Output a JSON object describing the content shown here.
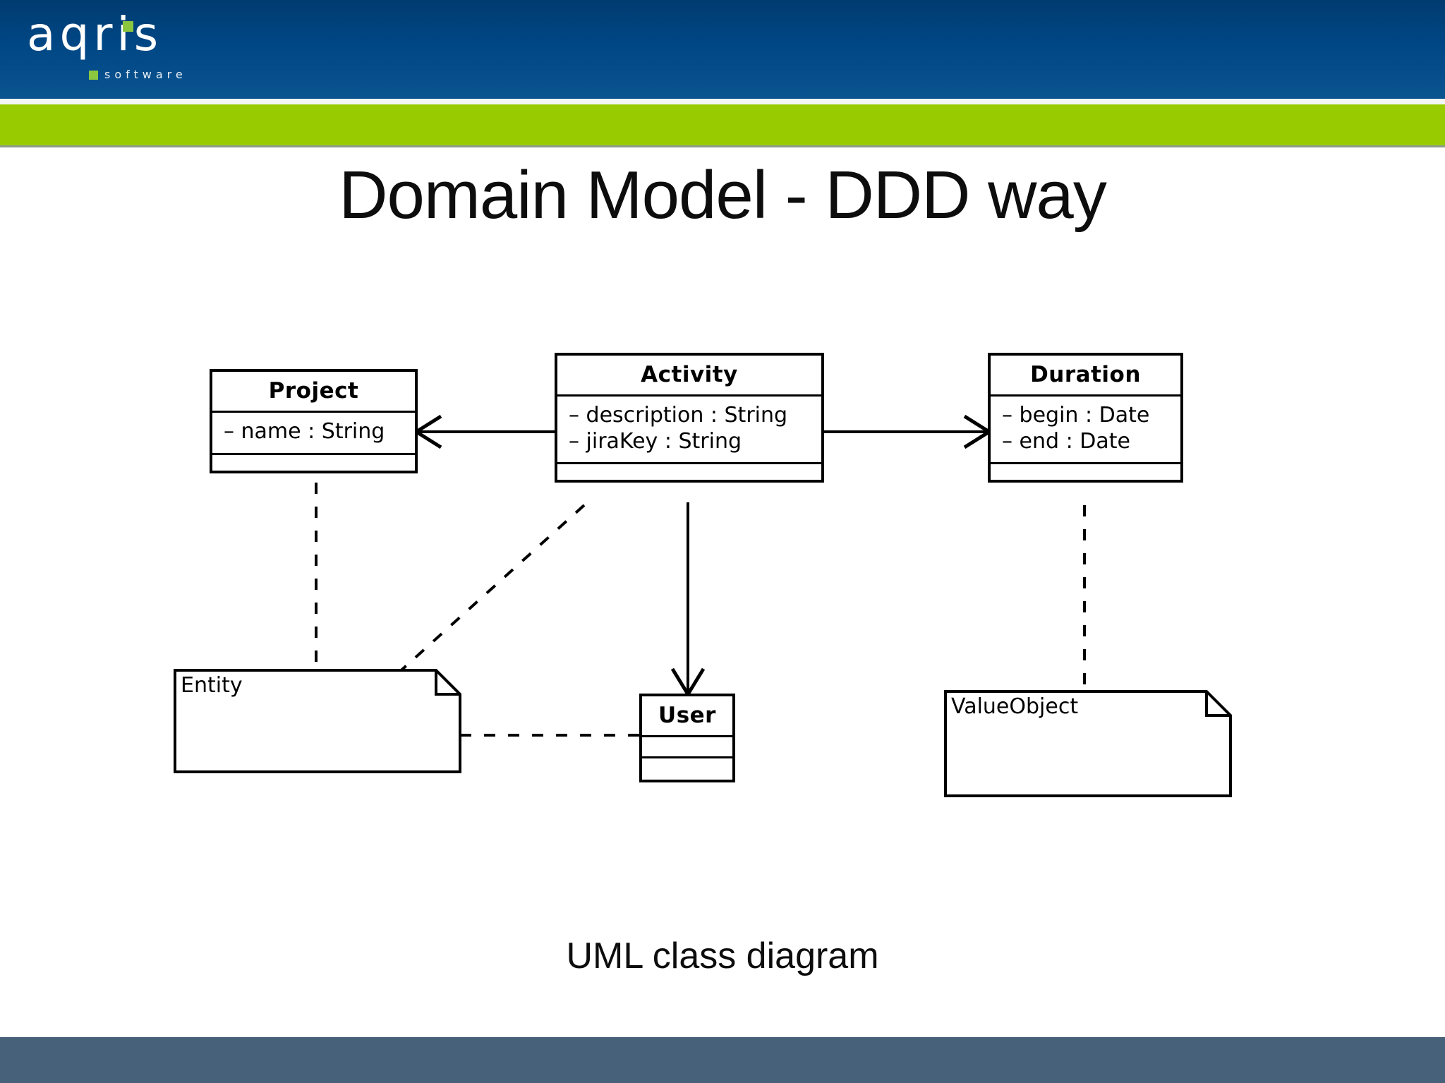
{
  "slide": {
    "title": "Domain Model - DDD way",
    "caption": "UML class diagram"
  },
  "brand": {
    "logo_wordmark": "aqris",
    "logo_subtext": "software",
    "header_color": "#004785",
    "green_band_color": "#99CC00",
    "accent_green": "#8CC63F",
    "footer_color": "#466179"
  },
  "chart_data": {
    "type": "diagram",
    "diagram_kind": "UML class diagram",
    "classes": [
      {
        "id": "project",
        "name": "Project",
        "attributes": [
          "– name : String"
        ],
        "operations": []
      },
      {
        "id": "activity",
        "name": "Activity",
        "attributes": [
          "– description : String",
          "– jiraKey : String"
        ],
        "operations": []
      },
      {
        "id": "duration",
        "name": "Duration",
        "attributes": [
          "– begin : Date",
          "– end : Date"
        ],
        "operations": []
      },
      {
        "id": "user",
        "name": "User",
        "attributes": [],
        "operations": []
      }
    ],
    "notes": [
      {
        "id": "entity",
        "label": "Entity"
      },
      {
        "id": "valueobject",
        "label": "ValueObject"
      }
    ],
    "relations": [
      {
        "from": "activity",
        "to": "project",
        "style": "solid",
        "arrow": "open",
        "kind": "association"
      },
      {
        "from": "activity",
        "to": "duration",
        "style": "solid",
        "arrow": "open",
        "kind": "association"
      },
      {
        "from": "activity",
        "to": "user",
        "style": "solid",
        "arrow": "open",
        "kind": "association"
      },
      {
        "from": "project",
        "to": "entity",
        "style": "dashed",
        "arrow": "none",
        "kind": "note-anchor"
      },
      {
        "from": "activity",
        "to": "entity",
        "style": "dashed",
        "arrow": "none",
        "kind": "note-anchor"
      },
      {
        "from": "user",
        "to": "entity",
        "style": "dashed",
        "arrow": "none",
        "kind": "note-anchor"
      },
      {
        "from": "duration",
        "to": "valueobject",
        "style": "dashed",
        "arrow": "none",
        "kind": "note-anchor"
      }
    ]
  }
}
